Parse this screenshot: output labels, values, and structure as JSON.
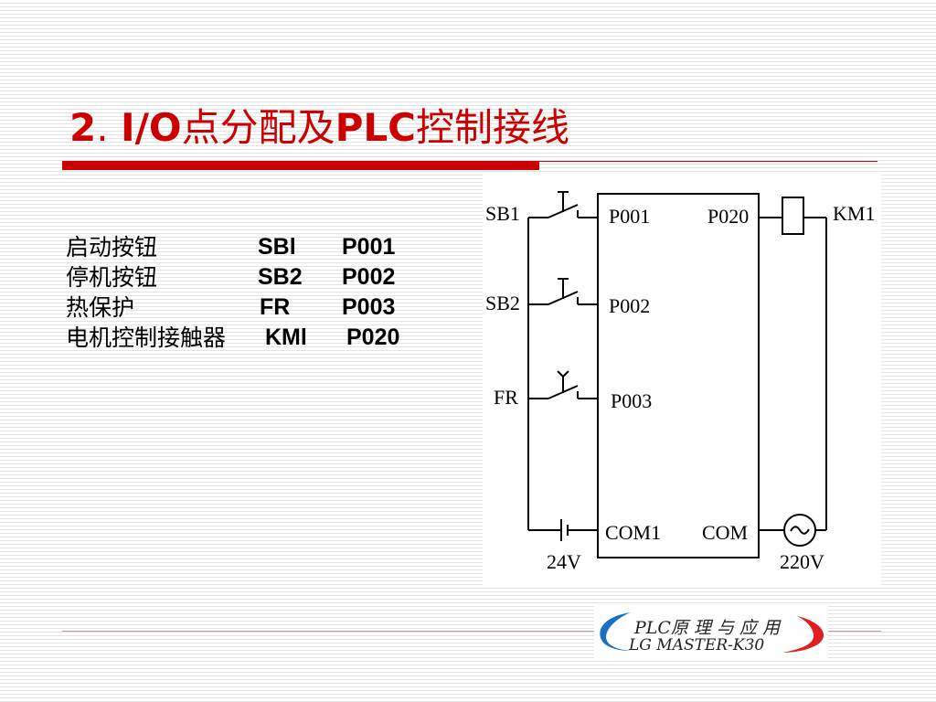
{
  "title": {
    "number": "2",
    "sep": ". ",
    "io": "I/O",
    "t1": "点分配及",
    "plc": "PLC",
    "t2": "控制接线"
  },
  "io_table": [
    {
      "function": "启动按钮",
      "device": "SBl",
      "address": "P001"
    },
    {
      "function": "停机按钮",
      "device": "SB2",
      "address": "P002"
    },
    {
      "function": "热保护",
      "device": "FR",
      "address": "P003"
    },
    {
      "function": "电机控制接触器",
      "device": "KMl",
      "address": "P020"
    }
  ],
  "diagram": {
    "labels": {
      "sb1": "SB1",
      "sb2": "SB2",
      "fr": "FR",
      "km1": "KM1",
      "p001": "P001",
      "p002": "P002",
      "p003": "P003",
      "p020": "P020",
      "com1": "COM1",
      "com": "COM",
      "v24": "24V",
      "v220": "220V"
    }
  },
  "logo": {
    "line1": "PLC原 理 与 应 用",
    "line2": "LG  MASTER-K30"
  },
  "colors": {
    "title": "#cc0000",
    "accent_bar": "#cc0000",
    "logo_blue": "#1a6fc4",
    "logo_red": "#e02020"
  }
}
